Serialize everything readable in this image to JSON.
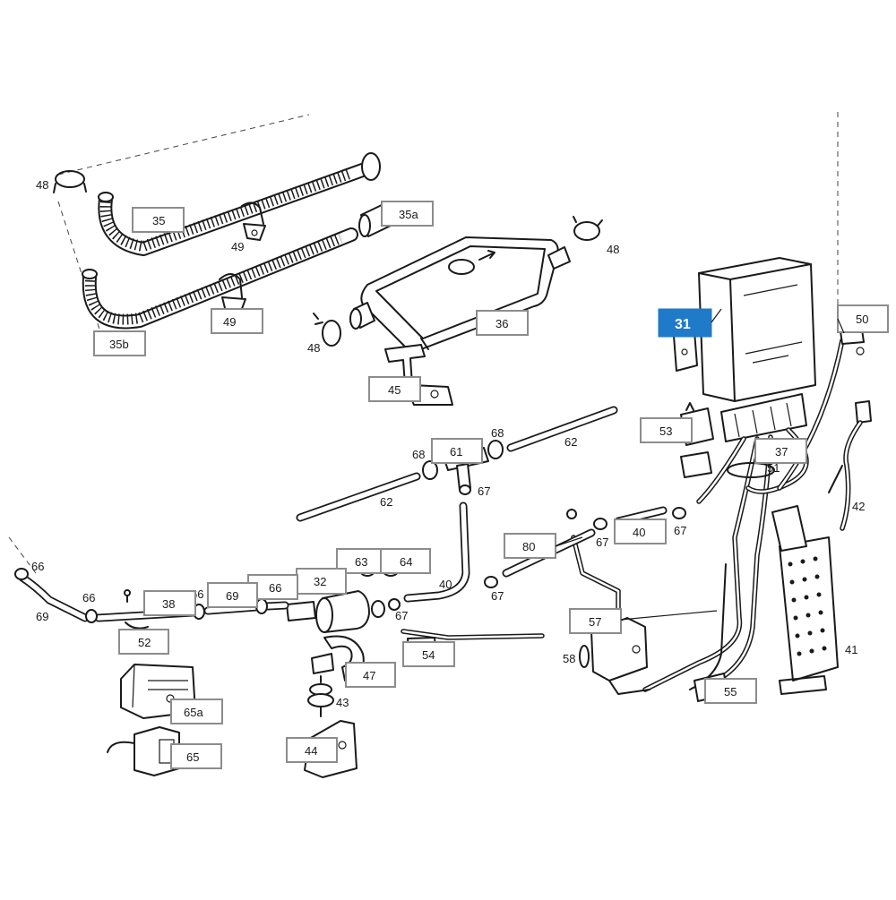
{
  "selected_part": "31",
  "colors": {
    "highlight": "#1f7ac9",
    "label_border": "#8c8c8c",
    "line": "#1a1a1a"
  },
  "labels": {
    "p35": "35",
    "p35a": "35a",
    "p35b": "35b",
    "p36": "36",
    "p31": "31",
    "p37": "37",
    "p38": "38",
    "p40a": "40",
    "p40b": "40",
    "p41": "41",
    "p42": "42",
    "p43": "43",
    "p44": "44",
    "p45": "45",
    "p47": "47",
    "p48a": "48",
    "p48b": "48",
    "p48c": "48",
    "p49a": "49",
    "p49b": "49",
    "p50": "50",
    "p51": "51",
    "p52": "52",
    "p53": "53",
    "p54": "54",
    "p55": "55",
    "p57": "57",
    "p58": "58",
    "p61": "61",
    "p62a": "62",
    "p62b": "62",
    "p63": "63",
    "p64": "64",
    "p65": "65",
    "p65a": "65a",
    "p66a": "66",
    "p66b": "66",
    "p66c": "66",
    "p66d": "66",
    "p67a": "67",
    "p67b": "67",
    "p67c": "67",
    "p67d": "67",
    "p67e": "67",
    "p68a": "68",
    "p68b": "68",
    "p69a": "69",
    "p69b": "69",
    "p80": "80",
    "p32": "32"
  }
}
